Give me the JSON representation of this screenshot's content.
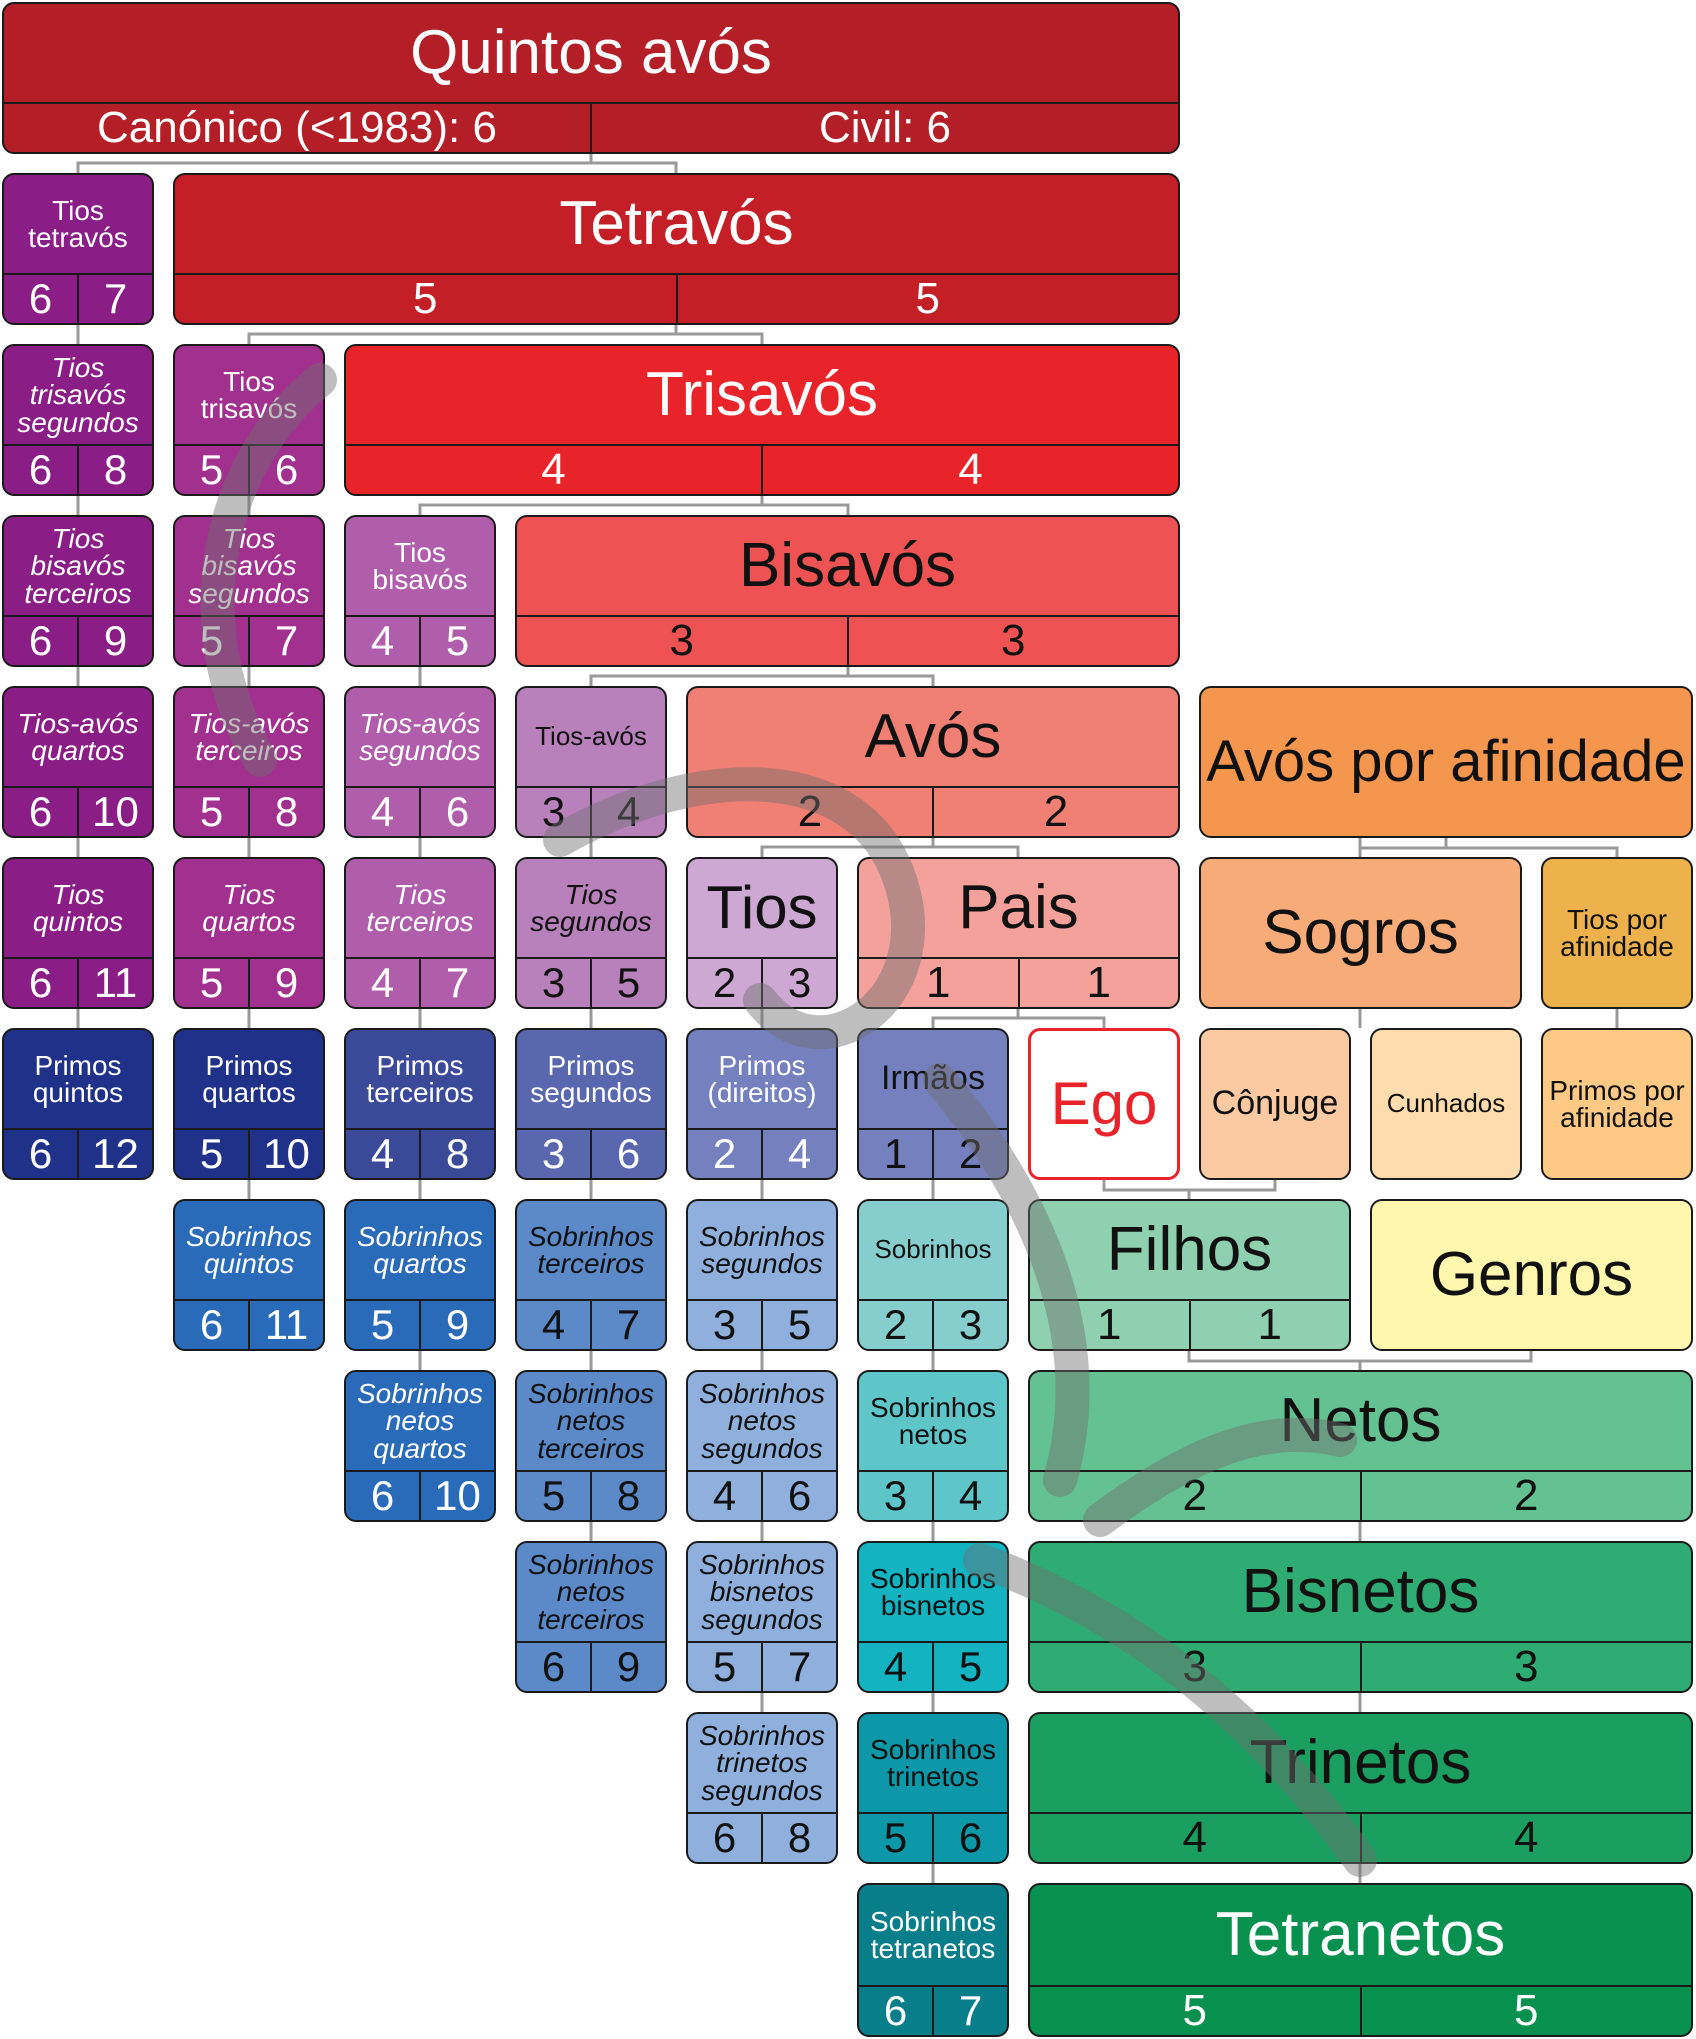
{
  "colors": {
    "quintos": "#b31e27",
    "tetra": "#c41f26",
    "tris": "#e8232a",
    "bis": "#ee5252",
    "avos": "#f07f74",
    "pais": "#f4a19c",
    "afin_avos": "#f5964e",
    "sogros": "#f7ab78",
    "tios_afin": "#edb24c",
    "conjuge": "#fbc9a2",
    "cunhados": "#fedcad",
    "primos_afin": "#fdc984",
    "genros": "#fff7ad",
    "ego_border": "#e8232a",
    "ego_text": "#e8232a",
    "tios_tetra": "#8b1d86",
    "dark_purple": "#8b1d86",
    "mid_purple": "#a2308f",
    "purple3": "#b05eac",
    "purple4": "#b981bc",
    "lilac": "#cda8d2",
    "navy": "#20318a",
    "blue2": "#3a4a99",
    "blue3": "#5968ae",
    "blue4": "#7580bf",
    "blue_sob": "#2a6bb9",
    "blue_sob2": "#5c89c8",
    "blue_sob3": "#8fb0dd",
    "teal1": "#86cdcd",
    "teal2": "#5ec5c9",
    "teal3": "#13b3c2",
    "teal4": "#0c98a9",
    "teal5": "#087e8b",
    "green1": "#8fd0b0",
    "green2": "#64c191",
    "green3": "#2eac73",
    "green4": "#1b9f60",
    "green5": "#08904e",
    "wire": "#999999",
    "watermark": "#6e6e6e"
  },
  "boxes": {
    "quintos_avos": {
      "name": "Quintos avós",
      "a": "Canónico (<1983): 6",
      "b": "Civil: 6"
    },
    "tetravos": {
      "name": "Tetravós",
      "a": "5",
      "b": "5"
    },
    "trisavos": {
      "name": "Trisavós",
      "a": "4",
      "b": "4"
    },
    "bisavos": {
      "name": "Bisavós",
      "a": "3",
      "b": "3"
    },
    "avos": {
      "name": "Avós",
      "a": "2",
      "b": "2"
    },
    "pais": {
      "name": "Pais",
      "a": "1",
      "b": "1"
    },
    "ego": {
      "name": "Ego"
    },
    "filhos": {
      "name": "Filhos",
      "a": "1",
      "b": "1"
    },
    "netos": {
      "name": "Netos",
      "a": "2",
      "b": "2"
    },
    "bisnetos": {
      "name": "Bisnetos",
      "a": "3",
      "b": "3"
    },
    "trinetos": {
      "name": "Trinetos",
      "a": "4",
      "b": "4"
    },
    "tetranetos": {
      "name": "Tetranetos",
      "a": "5",
      "b": "5"
    },
    "avos_afinidade": {
      "name": "Avós por afinidade"
    },
    "sogros": {
      "name": "Sogros"
    },
    "tios_afinidade": {
      "name": "Tios por afinidade"
    },
    "conjuge": {
      "name": "Cônjuge"
    },
    "cunhados": {
      "name": "Cunhados"
    },
    "primos_afinidade": {
      "name": "Primos por afinidade"
    },
    "genros": {
      "name": "Genros"
    },
    "tios_tetravos": {
      "name": "Tios tetravós",
      "a": "6",
      "b": "7"
    },
    "tios_trisavos_segundos": {
      "name": "Tios trisavós segundos",
      "a": "6",
      "b": "8"
    },
    "tios_bisavos_terceiros": {
      "name": "Tios bisavós terceiros",
      "a": "6",
      "b": "9"
    },
    "tios_avos_quartos": {
      "name": "Tios-avós quartos",
      "a": "6",
      "b": "10"
    },
    "tios_quintos": {
      "name": "Tios quintos",
      "a": "6",
      "b": "11"
    },
    "primos_quintos": {
      "name": "Primos quintos",
      "a": "6",
      "b": "12"
    },
    "tios_trisavos": {
      "name": "Tios trisavós",
      "a": "5",
      "b": "6"
    },
    "tios_bisavos_segundos": {
      "name": "Tios bisavós segundos",
      "a": "5",
      "b": "7"
    },
    "tios_avos_terceiros": {
      "name": "Tios-avós terceiros",
      "a": "5",
      "b": "8"
    },
    "tios_quartos": {
      "name": "Tios quartos",
      "a": "5",
      "b": "9"
    },
    "primos_quartos": {
      "name": "Primos quartos",
      "a": "5",
      "b": "10"
    },
    "sobrinhos_quintos": {
      "name": "Sobrinhos quintos",
      "a": "6",
      "b": "11"
    },
    "tios_bisavos": {
      "name": "Tios bisavós",
      "a": "4",
      "b": "5"
    },
    "tios_avos_segundos": {
      "name": "Tios-avós segundos",
      "a": "4",
      "b": "6"
    },
    "tios_terceiros": {
      "name": "Tios terceiros",
      "a": "4",
      "b": "7"
    },
    "primos_terceiros": {
      "name": "Primos terceiros",
      "a": "4",
      "b": "8"
    },
    "sobrinhos_quartos": {
      "name": "Sobrinhos quartos",
      "a": "5",
      "b": "9"
    },
    "sobrinhos_netos_quartos": {
      "name": "Sobrinhos netos quartos",
      "a": "6",
      "b": "10"
    },
    "tios_avos": {
      "name": "Tios-avós",
      "a": "3",
      "b": "4"
    },
    "tios_segundos": {
      "name": "Tios segundos",
      "a": "3",
      "b": "5"
    },
    "primos_segundos": {
      "name": "Primos segundos",
      "a": "3",
      "b": "6"
    },
    "sobrinhos_terceiros": {
      "name": "Sobrinhos terceiros",
      "a": "4",
      "b": "7"
    },
    "sobrinhos_netos_terceiros": {
      "name": "Sobrinhos netos terceiros",
      "a": "5",
      "b": "8"
    },
    "sobrinhos_netos_terceiros_2": {
      "name": "Sobrinhos netos terceiros",
      "a": "6",
      "b": "9"
    },
    "tios": {
      "name": "Tios",
      "a": "2",
      "b": "3"
    },
    "primos_direitos": {
      "name": "Primos (direitos)",
      "a": "2",
      "b": "4"
    },
    "sobrinhos_segundos": {
      "name": "Sobrinhos segundos",
      "a": "3",
      "b": "5"
    },
    "sobrinhos_netos_segundos": {
      "name": "Sobrinhos netos segundos",
      "a": "4",
      "b": "6"
    },
    "sobrinhos_bisnetos_segundos": {
      "name": "Sobrinhos bisnetos segundos",
      "a": "5",
      "b": "7"
    },
    "sobrinhos_trinetos_segundos": {
      "name": "Sobrinhos trinetos segundos",
      "a": "6",
      "b": "8"
    },
    "irmaos": {
      "name": "Irmãos",
      "a": "1",
      "b": "2"
    },
    "sobrinhos": {
      "name": "Sobrinhos",
      "a": "2",
      "b": "3"
    },
    "sobrinhos_netos": {
      "name": "Sobrinhos netos",
      "a": "3",
      "b": "4"
    },
    "sobrinhos_bisnetos": {
      "name": "Sobrinhos bisnetos",
      "a": "4",
      "b": "5"
    },
    "sobrinhos_trinetos": {
      "name": "Sobrinhos trinetos",
      "a": "5",
      "b": "6"
    },
    "sobrinhos_tetranetos": {
      "name": "Sobrinhos tetranetos",
      "a": "6",
      "b": "7"
    }
  }
}
